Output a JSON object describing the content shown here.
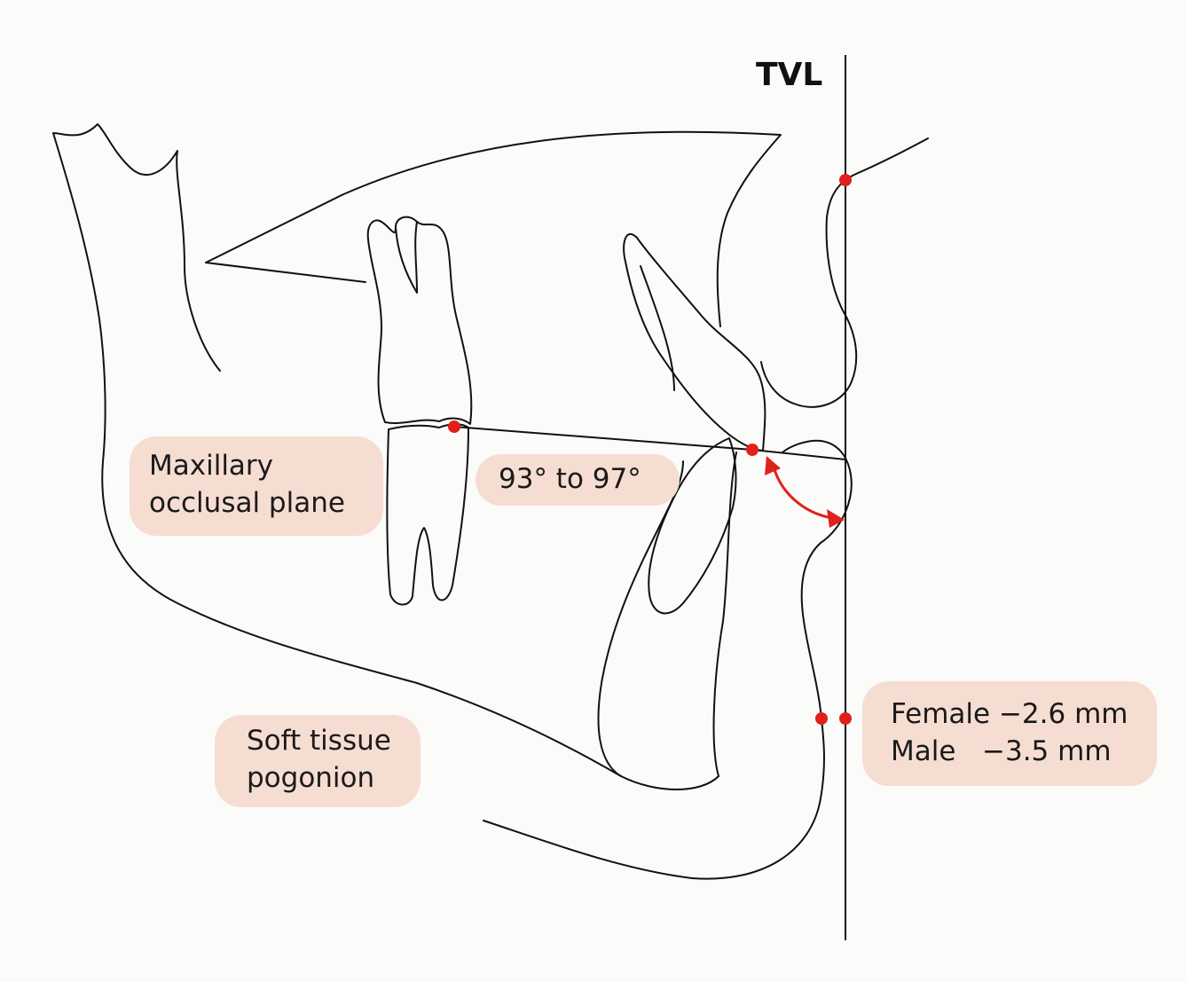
{
  "diagram": {
    "tvl_label": "TVL",
    "labels": {
      "maxillary_occlusal_plane": [
        "Maxillary",
        "occlusal plane"
      ],
      "angle_range": "93° to 97°",
      "soft_tissue_pogonion": [
        "Soft tissue",
        "pogonion"
      ],
      "measurements": [
        "Female −2.6 mm",
        "Male   −3.5 mm"
      ]
    },
    "colors": {
      "landmark": "#e0201a",
      "label_background": "#f6ddd2",
      "line": "#111111"
    }
  }
}
